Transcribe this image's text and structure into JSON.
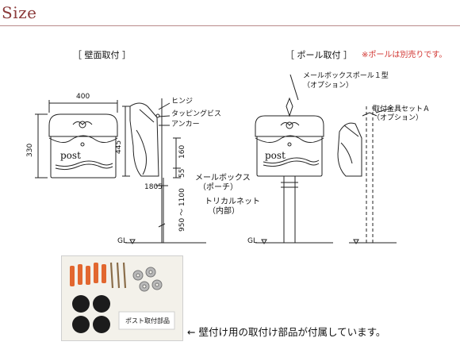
{
  "title": "Size",
  "sections": {
    "wall": "［ 壁面取付 ］",
    "pole": "［ ポール取付 ］",
    "pole_note": "※ポールは別売りです。"
  },
  "labels": {
    "hinge": "ヒンジ",
    "screw": "タッピングビス",
    "anchor": "アンカー",
    "mailbox": "メールボックス",
    "mailbox_sub": "（ポーチ）",
    "tricar": "トリカルネット",
    "tricar_sub": "（内部）",
    "pole_type": "メールボックスポール１型",
    "pole_type_sub": "（オプション）",
    "bracket": "取付金具セットＡ",
    "bracket_sub": "（オプション）",
    "gl_left": "GL",
    "gl_right": "GL",
    "post_left": "post",
    "post_right": "post"
  },
  "dimensions": {
    "width": "400",
    "height": "330",
    "depth": "445",
    "d160": "160",
    "d55": "55",
    "d1805": "1805",
    "d950": "950 ～ 1100"
  },
  "photo": {
    "label": "ポスト取付部品"
  },
  "caption": "← 壁付け用の取付け部品が付属しています。",
  "colors": {
    "title": "#8b3a3a",
    "note": "#d1332f",
    "rule": "#b98a8a"
  }
}
